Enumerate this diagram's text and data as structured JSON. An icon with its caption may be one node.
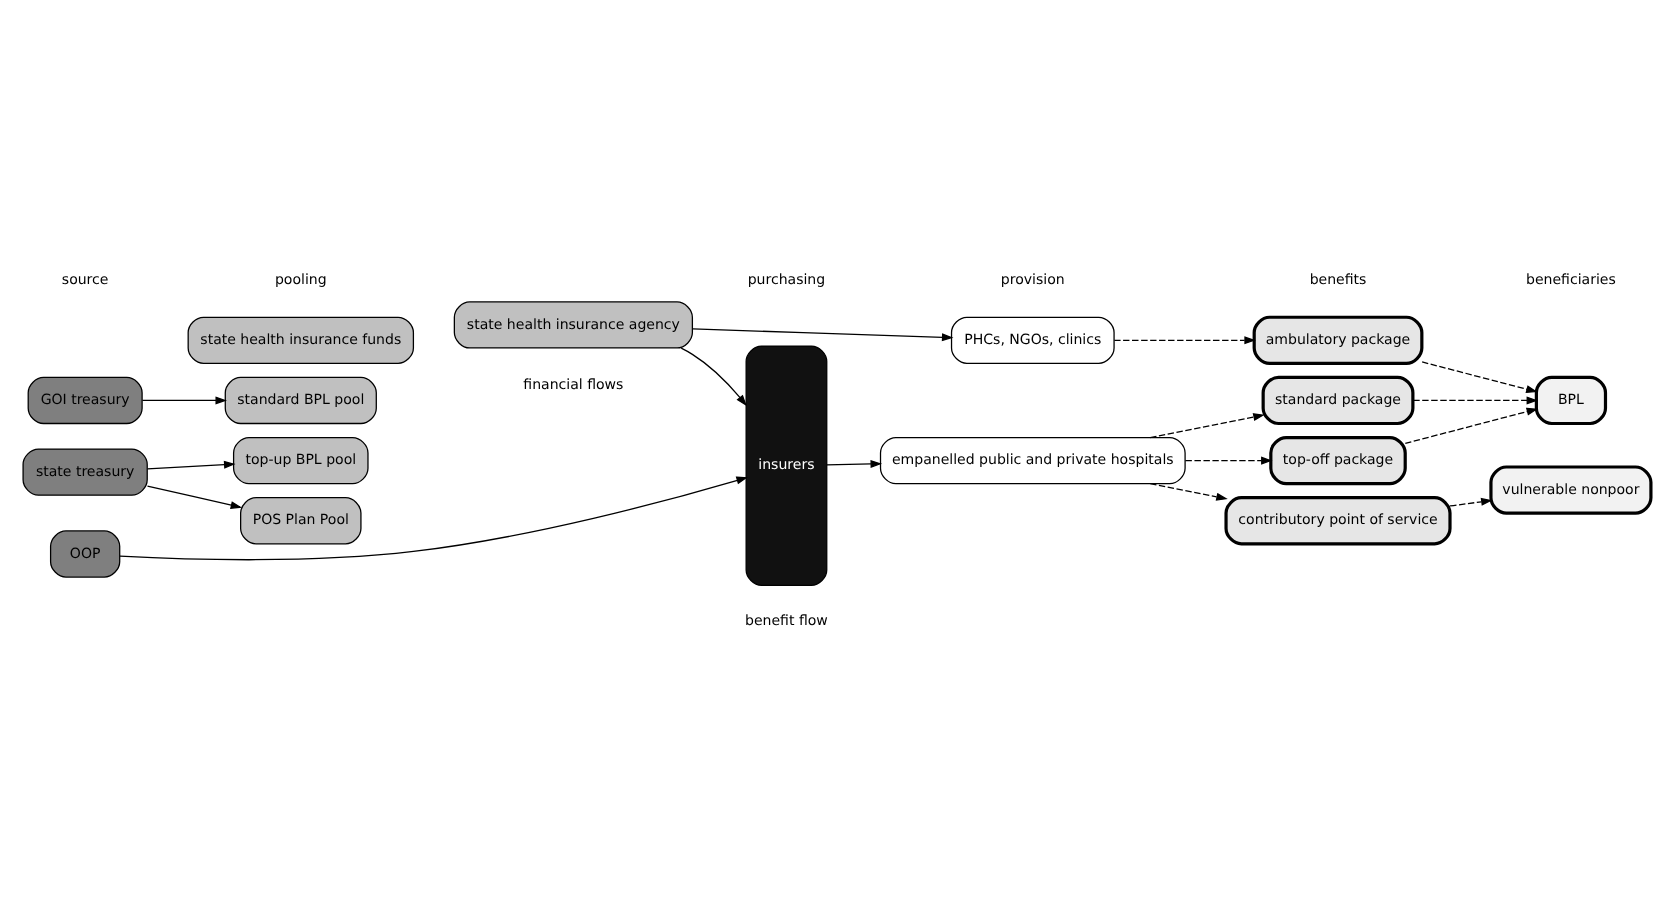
{
  "diagram": {
    "nodes": [
      {
        "text": [
          "GOI treasury"
        ]
      },
      {
        "text": [
          "state treasury"
        ]
      },
      {
        "text": [
          "OOP"
        ]
      },
      {
        "text": [
          "state health insurance funds"
        ]
      },
      {
        "text": [
          "standard BPL pool"
        ]
      },
      {
        "text": [
          "top-up BPL pool"
        ]
      },
      {
        "text": [
          "POS Plan Pool"
        ]
      },
      {
        "text": [
          "state health insurance agency"
        ]
      },
      {
        "text": [
          "insurers"
        ]
      },
      {
        "text": [
          "PHCs, NGOs, clinics"
        ]
      },
      {
        "text": [
          "empanelled public and private hospitals"
        ]
      },
      {
        "text": [
          "ambulatory package"
        ]
      },
      {
        "text": [
          "standard package"
        ]
      },
      {
        "text": [
          "top-off package"
        ]
      },
      {
        "text": [
          "contributory point of service"
        ]
      },
      {
        "text": [
          "BPL"
        ]
      },
      {
        "text": [
          "vulnerable nonpoor"
        ]
      }
    ],
    "edges": [
      {
        "from": 0,
        "to": 4,
        "arrow": "to"
      },
      {
        "from": 1,
        "to": 5,
        "arrow": "to"
      },
      {
        "from": 1,
        "to": 6,
        "arrow": "to"
      },
      {
        "from": 7,
        "to": 8,
        "arrow": "to"
      },
      {
        "from": 7,
        "to": 9,
        "arrow": "to"
      },
      {
        "from": 2,
        "to": 8,
        "arrow": "to"
      },
      {
        "from": 8,
        "to": 10,
        "arrow": "to"
      },
      {
        "from": 9,
        "to": 11,
        "arrow": "to",
        "style": "dashed"
      },
      {
        "from": 10,
        "to": 12,
        "arrow": "to",
        "style": "dashed"
      },
      {
        "from": 10,
        "to": 13,
        "arrow": "to",
        "style": "dashed"
      },
      {
        "from": 10,
        "to": 14,
        "arrow": "to",
        "style": "dashed"
      },
      {
        "from": 11,
        "to": 15,
        "arrow": "to",
        "style": "dashed"
      },
      {
        "from": 12,
        "to": 15,
        "arrow": "to",
        "style": "dashed"
      },
      {
        "from": 13,
        "to": 15,
        "arrow": "to",
        "style": "dashed"
      },
      {
        "from": 14,
        "to": 16,
        "arrow": "to",
        "style": "dashed"
      }
    ],
    "labels": [
      "source",
      "pooling",
      "purchasing",
      "provision",
      "benefits",
      "beneficiaries"
    ],
    "legend": [
      {
        "text": "financial flows"
      },
      {
        "text": "benefit flow"
      }
    ]
  }
}
